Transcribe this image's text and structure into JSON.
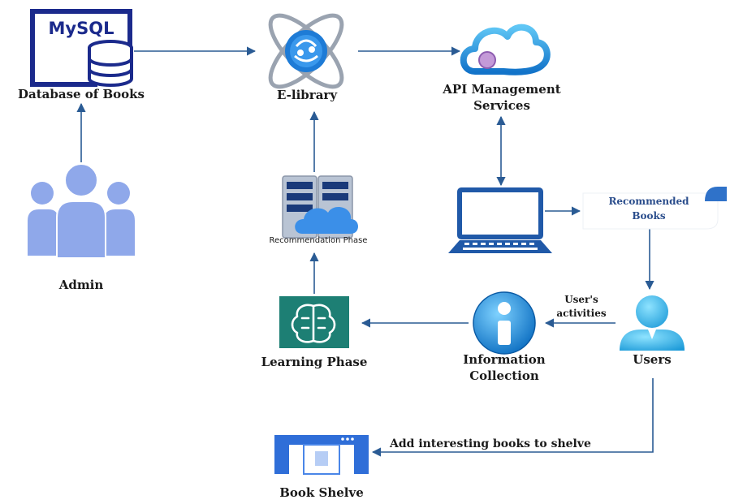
{
  "nodes": {
    "mysql_logo": "MySQL",
    "database": "Database of Books",
    "elibrary": "E-library",
    "api_line1": "API Management",
    "api_line2": "Services",
    "recommendation_phase": "Recommendation Phase",
    "recommended_line1": "Recommended",
    "recommended_line2": "Books",
    "admin": "Admin",
    "learning_phase": "Learning Phase",
    "info_line1": "Information",
    "info_line2": "Collection",
    "users": "Users",
    "user_activities_line1": "User's",
    "user_activities_line2": "activities",
    "add_books": "Add interesting books to shelve",
    "book_shelve": "Book Shelve"
  },
  "colors": {
    "arrow": "#2a5b94",
    "navy": "#1b2a8c",
    "azure": "#1a8ad4",
    "light_blue": "#8fa8ea",
    "teal": "#1d7f74"
  }
}
